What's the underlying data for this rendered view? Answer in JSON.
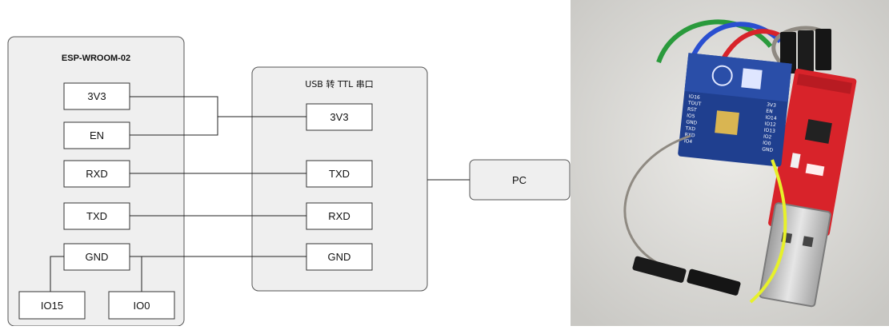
{
  "esp_module": {
    "title": "ESP-WROOM-02",
    "pins": {
      "v33": "3V3",
      "en": "EN",
      "rxd": "RXD",
      "txd": "TXD",
      "gnd": "GND"
    },
    "straps": {
      "io15": "IO15",
      "io0": "IO0"
    }
  },
  "usb_ttl": {
    "title": "USB 转 TTL 串口",
    "pins": {
      "v33": "3V3",
      "txd": "TXD",
      "rxd": "RXD",
      "gnd": "GND"
    }
  },
  "pc": {
    "label": "PC"
  },
  "photo_board": {
    "pin_labels": [
      "IO16",
      "TOUT",
      "RST",
      "IO5",
      "GND",
      "TXD",
      "RXD",
      "IO4",
      "3V3",
      "EN",
      "IO14",
      "IO12",
      "IO13",
      "IO2",
      "IO0",
      "GND"
    ]
  },
  "photo_colors": {
    "background": "#dcdcd8",
    "esp_board": "#1f3f8f",
    "adapter_board": "#d8232a",
    "usb_plug": "#bfbfbf",
    "wire_yellow": "#e7f12a",
    "wire_grey": "#8f8a82",
    "wire_red": "#d8232a",
    "wire_green": "#2a9a3c",
    "wire_blue": "#2a4fd0"
  }
}
